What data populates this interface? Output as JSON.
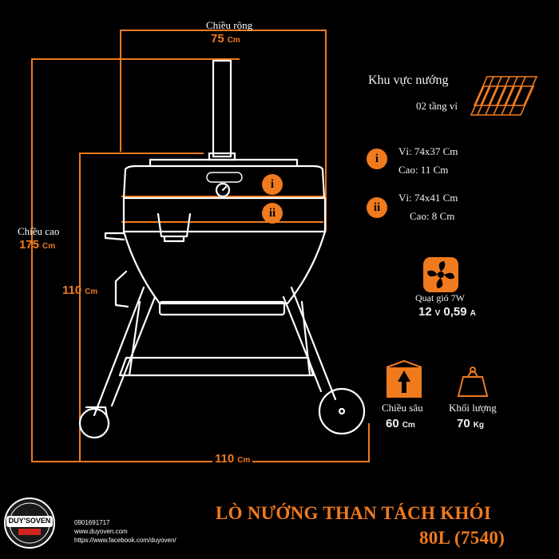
{
  "dimensions": {
    "width": {
      "label": "Chiều rộng",
      "value": "75",
      "unit": "Cm"
    },
    "height": {
      "label": "Chiều cao",
      "value": "175",
      "unit": "Cm"
    },
    "body_height": {
      "value": "110",
      "unit": "Cm"
    },
    "length": {
      "value": "110",
      "unit": "Cm"
    },
    "depth": {
      "label": "Chiều sâu",
      "value": "60",
      "unit": "Cm"
    },
    "weight": {
      "label": "Khối lượng",
      "value": "70",
      "unit": "Kg"
    }
  },
  "grill_area": {
    "title": "Khu vực nướng",
    "subtitle": "02 tầng vỉ"
  },
  "levels": [
    {
      "badge": "i",
      "size": "Vỉ:   74x37 Cm",
      "height": "Cao: 11 Cm"
    },
    {
      "badge": "ii",
      "size": "Vỉ: 74x41 Cm",
      "height": "Cao: 8 Cm"
    }
  ],
  "fan": {
    "label": "Quạt gió 7W",
    "volt": "12",
    "volt_unit": "V",
    "amp": "0,59",
    "amp_unit": "A"
  },
  "product": {
    "title_line1": "LÒ NƯỚNG THAN TÁCH KHÓI",
    "title_line2": "80L (7540)"
  },
  "contact": {
    "phone": "0901691717",
    "website": "www.duyoven.com",
    "facebook": "https://www.facebook.com/duyoven/"
  },
  "brand": {
    "name": "DUY'S OVEN",
    "badge_text": "DUY'SOVEN"
  },
  "colors": {
    "accent": "#f07a1e",
    "background": "#000000",
    "line": "#ffffff"
  }
}
